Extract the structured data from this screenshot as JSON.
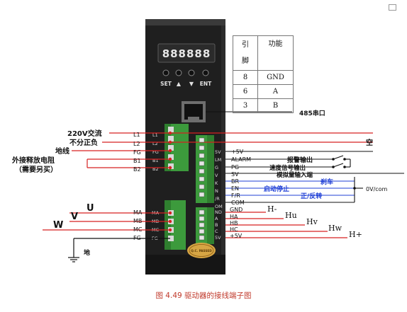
{
  "pin_table": {
    "header_pin": "引\n脚",
    "header_function": "功能",
    "rows": [
      {
        "pin": "8",
        "function": "GND"
      },
      {
        "pin": "6",
        "function": "A"
      },
      {
        "pin": "3",
        "function": "B"
      }
    ]
  },
  "display": {
    "digits": "888888",
    "buttons": [
      "SET",
      "▲",
      "▼",
      "ENT"
    ]
  },
  "port_label": "485串口",
  "power_block": {
    "pins": [
      "L1",
      "L2",
      "FG",
      "B1",
      "B2"
    ],
    "labels": {
      "ac": "220V交流",
      "polarity": "不分正负",
      "ground": "地线",
      "resistor": "外接释放电阻",
      "resistor_note": "（需要另买）"
    }
  },
  "control_block": {
    "pins": [
      "+5V",
      "ALARM",
      "PG",
      "SV",
      "BR",
      "EN",
      "F/R",
      "COM"
    ],
    "board_labels": [
      "5V",
      "LM",
      "G",
      "V",
      "K",
      "N",
      "/R",
      "OM"
    ],
    "labels": {
      "empty": "空",
      "alarm": "报警输出",
      "speed_signal": "速度信号输出",
      "analog": "模拟量输入端",
      "brake": "刹车",
      "enable": "启动停止",
      "direction": "正/反转",
      "ov": "0V/com"
    }
  },
  "motor_block": {
    "pins": [
      "MA",
      "MB",
      "MC",
      "FG"
    ],
    "phases": {
      "u": "U",
      "v": "V",
      "w": "W"
    },
    "ground": "地"
  },
  "hall_block": {
    "pins": [
      "GND",
      "HA",
      "HB",
      "HC",
      "+5V"
    ],
    "board_labels": [
      "ND",
      "A",
      "B",
      "C",
      "5V"
    ],
    "signals": {
      "hminus": "H-",
      "hu": "Hu",
      "hv": "Hv",
      "hw": "Hw",
      "hplus": "H+"
    }
  },
  "qc_label": "Q.C. PASSED",
  "caption": "图 4.49  驱动器的接线端子图"
}
